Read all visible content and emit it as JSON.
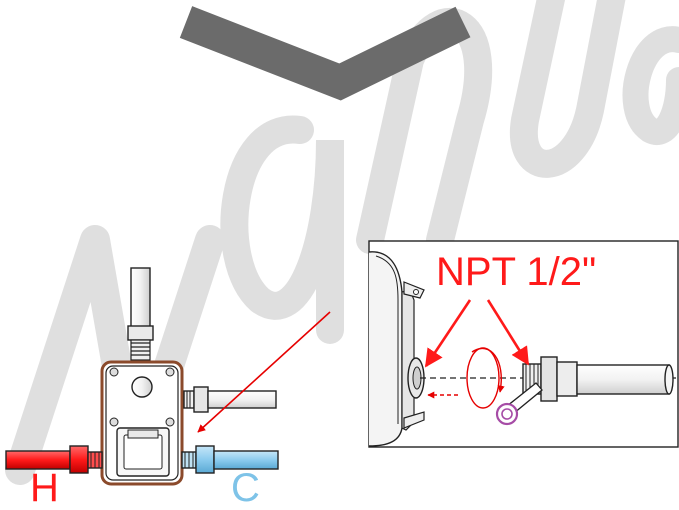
{
  "labels": {
    "npt": "NPT 1/2\"",
    "hot": "H",
    "cold": "C"
  },
  "watermark_text": "Manua",
  "colors": {
    "hot": "#ff1a1a",
    "cold": "#7ec3e8",
    "arrow": "#e60000",
    "outline": "#222222",
    "watermark": "#d9d9d9",
    "chevron": "#6b6b6b",
    "washer": "#a64ca6"
  }
}
